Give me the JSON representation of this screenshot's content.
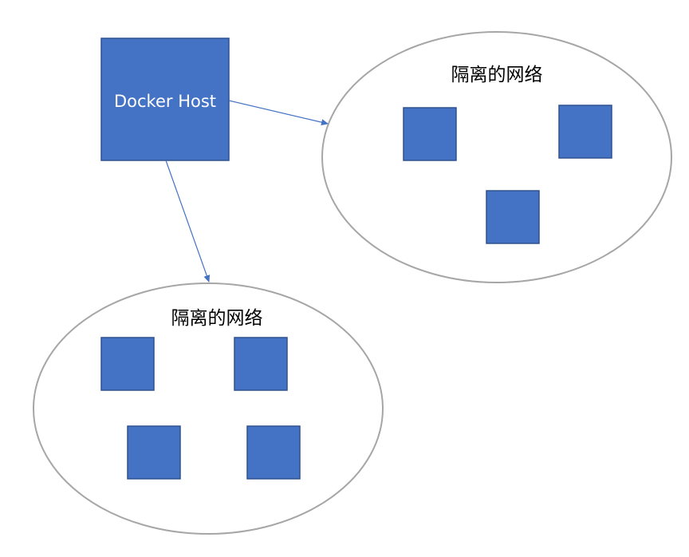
{
  "host": {
    "label": "Docker Host"
  },
  "networks": [
    {
      "label": "隔离的网络",
      "containers": 3
    },
    {
      "label": "隔离的网络",
      "containers": 4
    }
  ],
  "colors": {
    "box_fill": "#4472C4",
    "box_stroke": "#2F528F",
    "ellipse_stroke": "#A6A6A6",
    "arrow": "#4472C4"
  }
}
